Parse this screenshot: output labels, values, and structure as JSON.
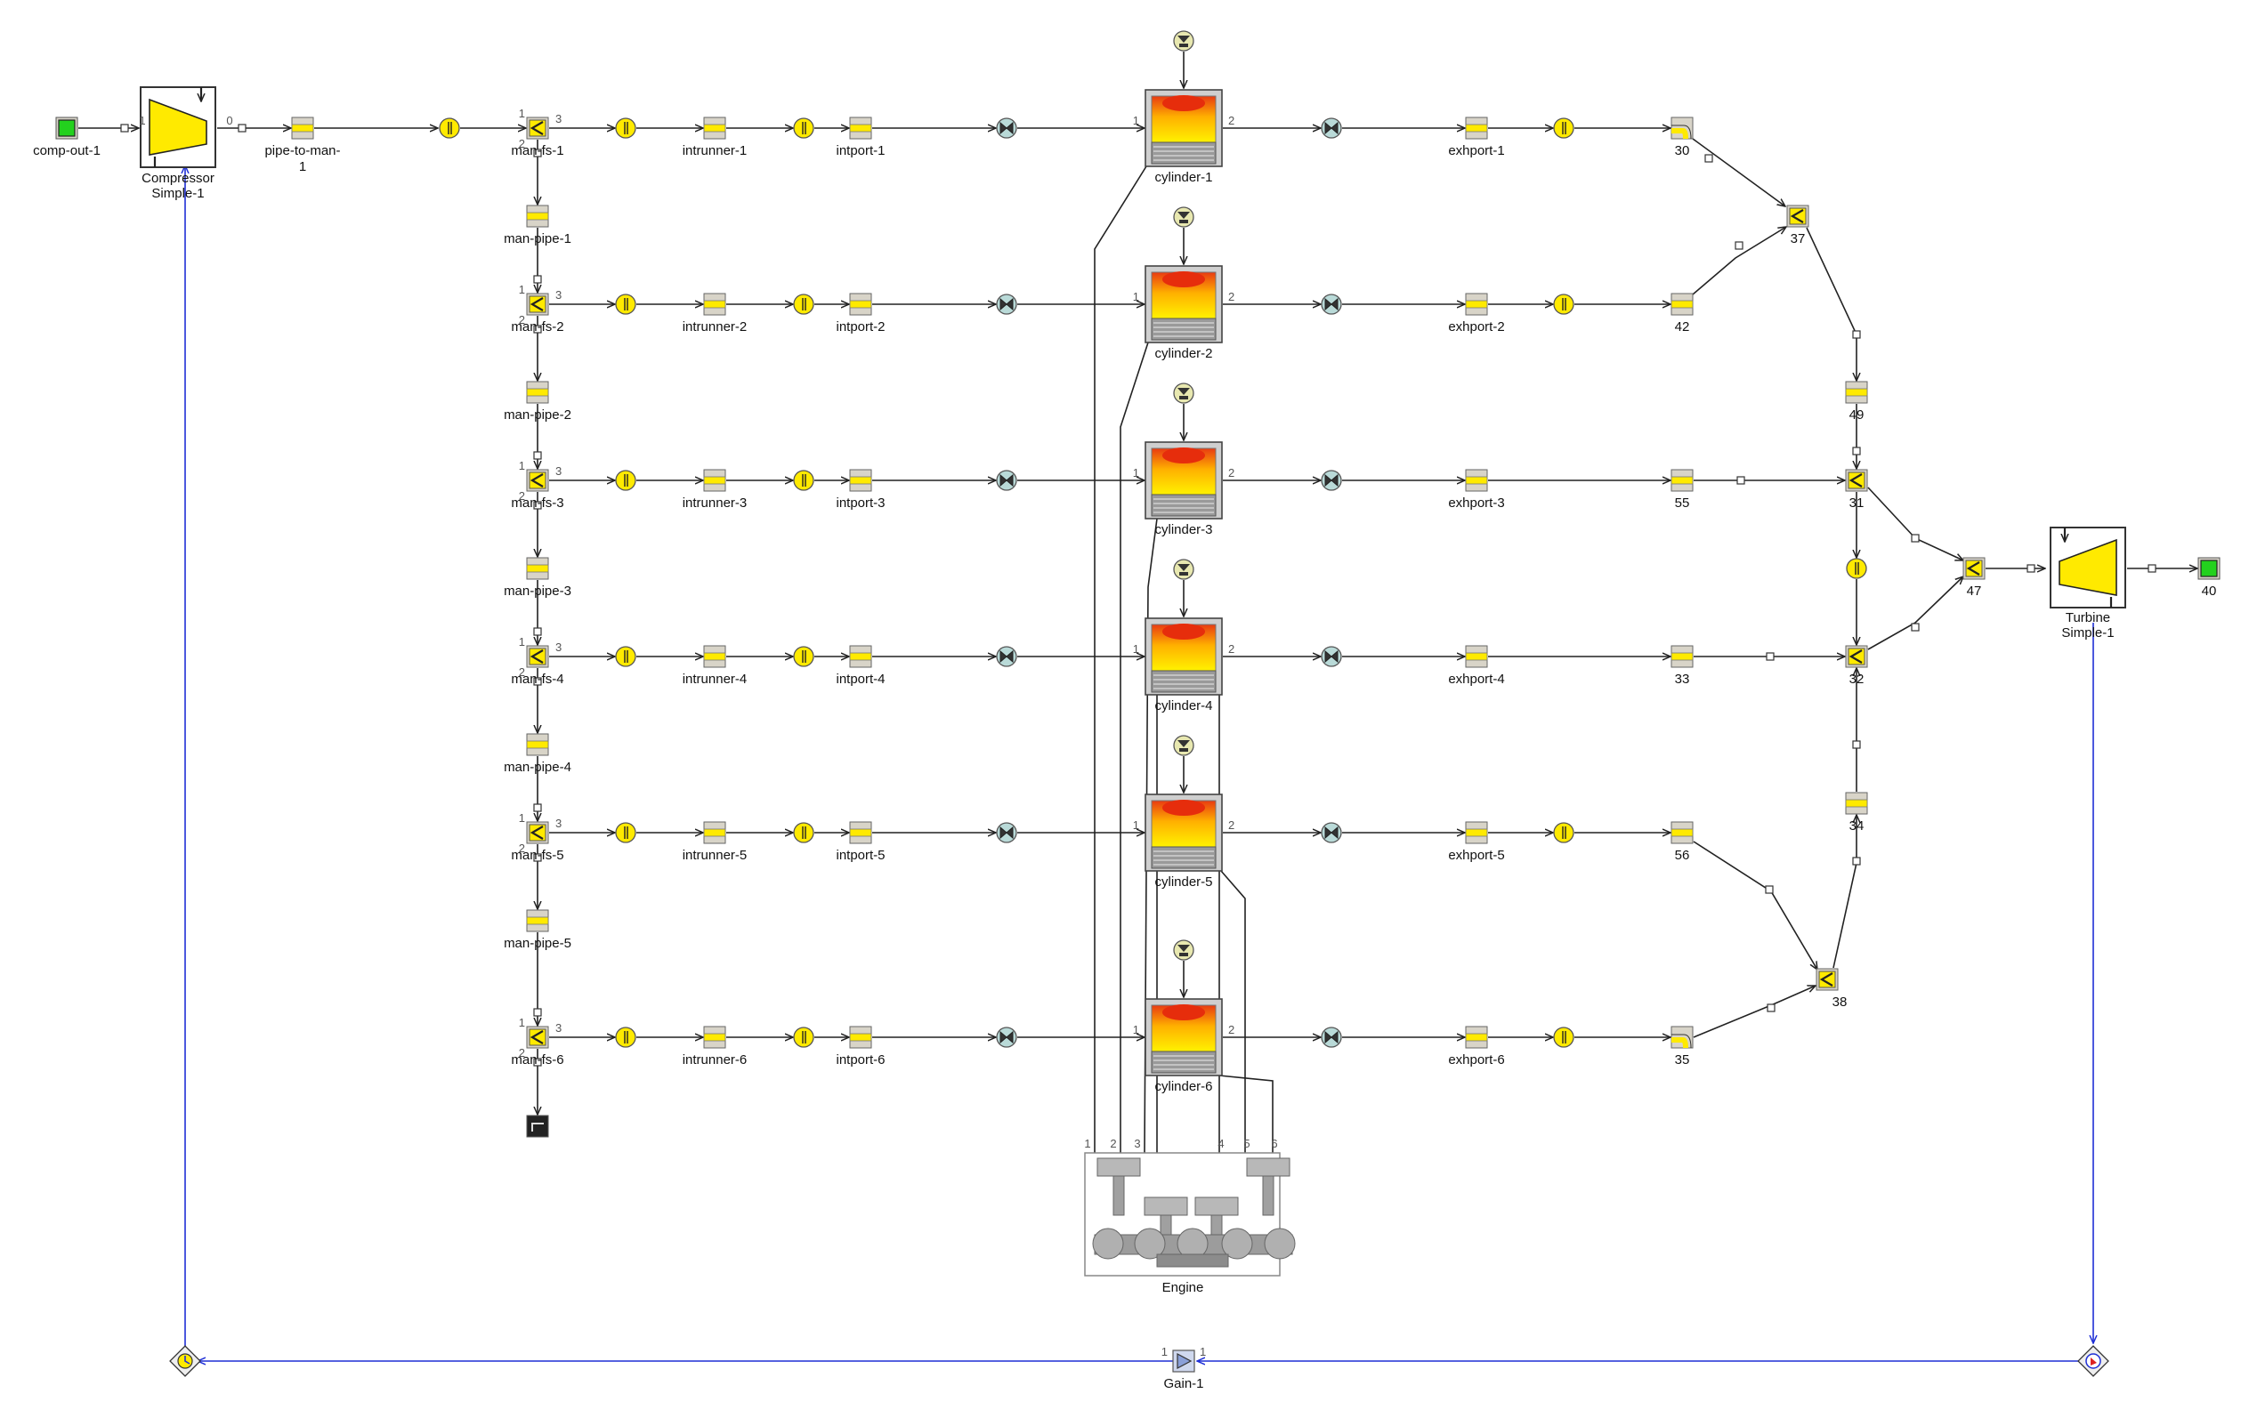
{
  "comp_out": "comp-out-1",
  "compressor": [
    "Compressor",
    "Simple-1"
  ],
  "pipe_to_man": [
    "pipe-to-man-",
    "1"
  ],
  "turbine": [
    "Turbine",
    "Simple-1"
  ],
  "outlet": "40",
  "engine": "Engine",
  "gain": "Gain-1",
  "rows": [
    {
      "fs": "man-fs-1",
      "pipe": "man-pipe-1",
      "runner": "intrunner-1",
      "intport": "intport-1",
      "cyl": "cylinder-1",
      "exh": "exhport-1",
      "end": "30"
    },
    {
      "fs": "man-fs-2",
      "pipe": "man-pipe-2",
      "runner": "intrunner-2",
      "intport": "intport-2",
      "cyl": "cylinder-2",
      "exh": "exhport-2",
      "end": "42"
    },
    {
      "fs": "man-fs-3",
      "pipe": "man-pipe-3",
      "runner": "intrunner-3",
      "intport": "intport-3",
      "cyl": "cylinder-3",
      "exh": "exhport-3",
      "end": "55"
    },
    {
      "fs": "man-fs-4",
      "pipe": "man-pipe-4",
      "runner": "intrunner-4",
      "intport": "intport-4",
      "cyl": "cylinder-4",
      "exh": "exhport-4",
      "end": "33"
    },
    {
      "fs": "man-fs-5",
      "pipe": "man-pipe-5",
      "runner": "intrunner-5",
      "intport": "intport-5",
      "cyl": "cylinder-5",
      "exh": "exhport-5",
      "end": "56"
    },
    {
      "fs": "man-fs-6",
      "pipe": "",
      "runner": "intrunner-6",
      "intport": "intport-6",
      "cyl": "cylinder-6",
      "exh": "exhport-6",
      "end": "35"
    }
  ],
  "exhaust_nodes": {
    "fs_37": "37",
    "pipe_49": "49",
    "fs_31": "31",
    "fs_32": "32",
    "pipe_34": "34",
    "fs_38": "38",
    "fs_47": "47"
  },
  "engine_ports": [
    "1",
    "2",
    "3",
    "4",
    "5",
    "6"
  ]
}
